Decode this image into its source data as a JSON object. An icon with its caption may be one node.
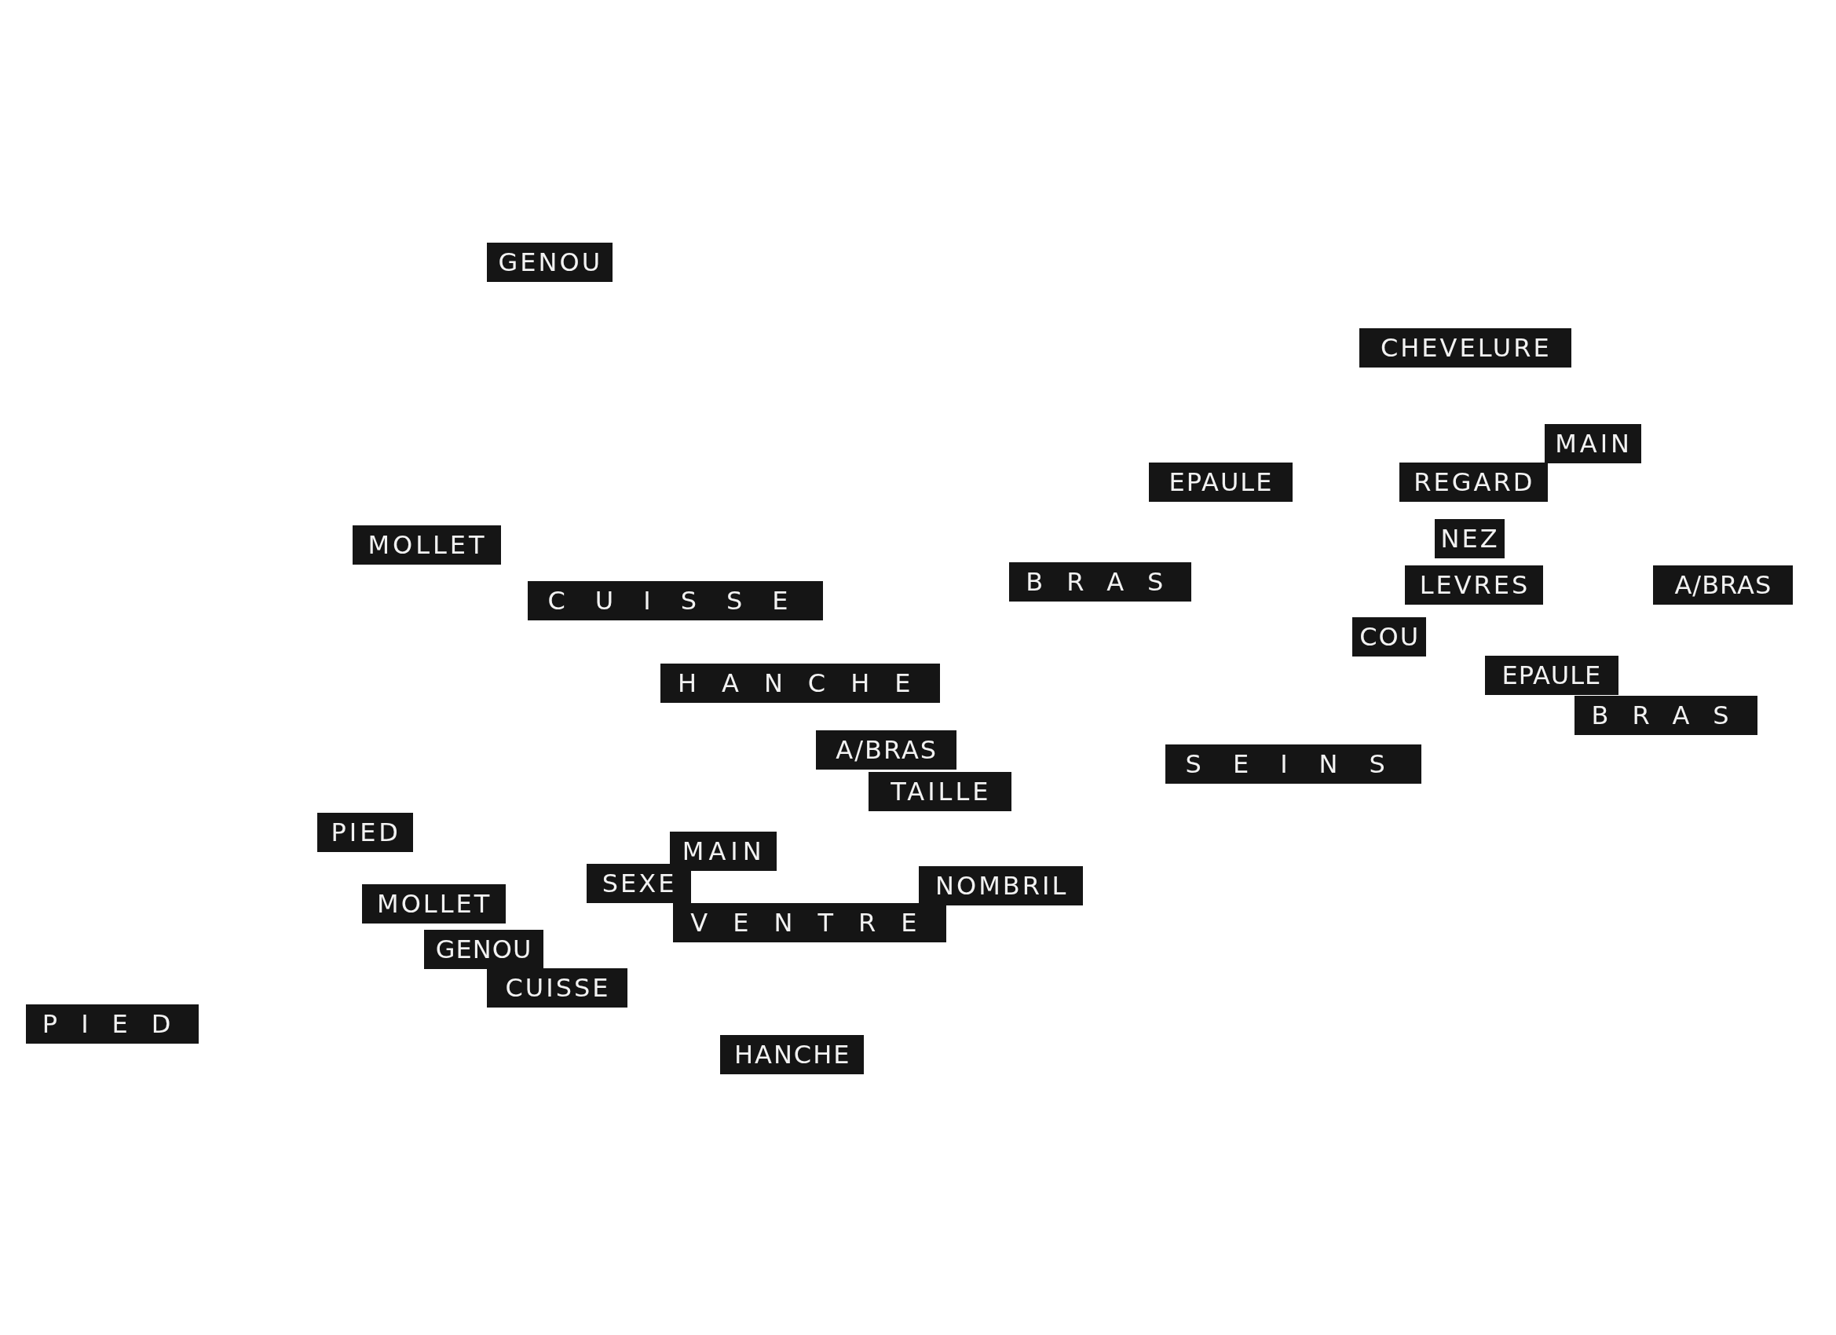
{
  "diagram": {
    "nodes": [
      {
        "text": [
          "GENOU"
        ]
      },
      {
        "text": [
          "CHEVELURE"
        ]
      },
      {
        "text": [
          "MAIN"
        ]
      },
      {
        "text": [
          "EPAULE"
        ]
      },
      {
        "text": [
          "REGARD"
        ]
      },
      {
        "text": [
          "NEZ"
        ]
      },
      {
        "text": [
          "MOLLET"
        ]
      },
      {
        "text": [
          "BRAS"
        ]
      },
      {
        "text": [
          "LEVRES"
        ]
      },
      {
        "text": [
          "A/BRAS"
        ]
      },
      {
        "text": [
          "CUISSE"
        ]
      },
      {
        "text": [
          "COU"
        ]
      },
      {
        "text": [
          "HANCHE"
        ]
      },
      {
        "text": [
          "EPAULE"
        ]
      },
      {
        "text": [
          "BRAS"
        ]
      },
      {
        "text": [
          "A/BRAS"
        ]
      },
      {
        "text": [
          "SEINS"
        ]
      },
      {
        "text": [
          "TAILLE"
        ]
      },
      {
        "text": [
          "PIED"
        ]
      },
      {
        "text": [
          "MAIN"
        ]
      },
      {
        "text": [
          "SEXE"
        ]
      },
      {
        "text": [
          "NOMBRIL"
        ]
      },
      {
        "text": [
          "MOLLET"
        ]
      },
      {
        "text": [
          "VENTRE"
        ]
      },
      {
        "text": [
          "GENOU"
        ]
      },
      {
        "text": [
          "CUISSE"
        ]
      },
      {
        "text": [
          "PIED"
        ]
      },
      {
        "text": [
          "HANCHE"
        ]
      }
    ]
  }
}
